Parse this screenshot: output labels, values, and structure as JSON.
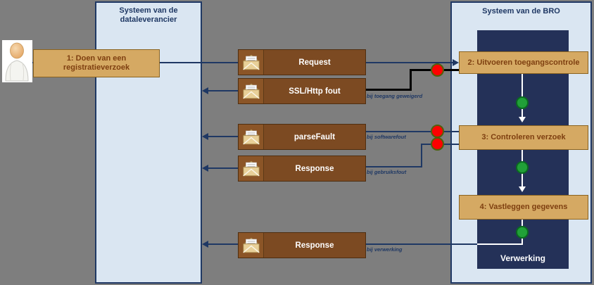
{
  "lanes": [
    {
      "title": "Systeem van de dataleverancier"
    },
    {
      "title": "Systeem van de BRO",
      "activity_label": "Verwerking"
    }
  ],
  "actor": {
    "icon": "person-icon"
  },
  "steps": [
    {
      "label": "1: Doen van een registratieverzoek"
    },
    {
      "label": "2: Uitvoeren toegangscontrole"
    },
    {
      "label": "3: Controleren verzoek"
    },
    {
      "label": "4: Vastleggen gegevens"
    }
  ],
  "messages": [
    {
      "label": "Request",
      "icon": "envelope-icon",
      "direction": "to-bro"
    },
    {
      "label": "SSL/Http fout",
      "icon": "envelope-icon",
      "direction": "to-dataleverancier",
      "condition": "bij toegang geweigerd"
    },
    {
      "label": "parseFault",
      "icon": "envelope-icon",
      "direction": "to-dataleverancier",
      "condition": "bij softwarefout"
    },
    {
      "label": "Response",
      "icon": "envelope-icon",
      "direction": "to-dataleverancier",
      "condition": "bij gebruiksfout"
    },
    {
      "label": "Response",
      "icon": "envelope-icon",
      "direction": "to-dataleverancier",
      "condition": "bij verwerking"
    }
  ],
  "markers": {
    "success_color": "#21a038",
    "error_color": "#fe0100",
    "success_count": 3,
    "error_count": 3
  },
  "colors": {
    "background": "#7e7e7e",
    "lane_fill": "#dae6f2",
    "lane_border": "#1f3864",
    "activity_fill": "#243158",
    "step_fill": "#d5a963",
    "step_border": "#8a6320",
    "step_text": "#7e3f10",
    "message_fill": "#7c4a22",
    "flow_line": "#1f3864",
    "error_line": "#000000"
  }
}
